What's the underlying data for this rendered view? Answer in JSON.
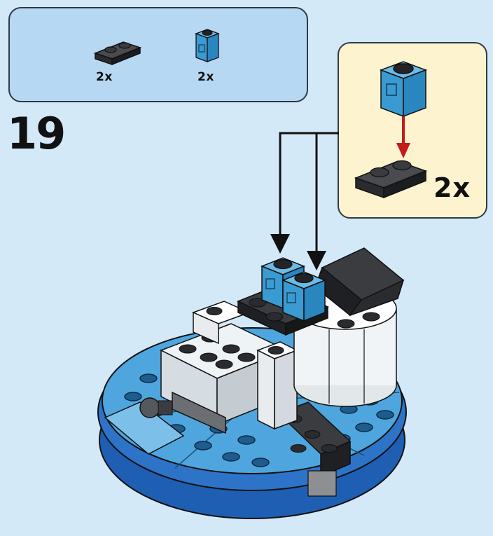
{
  "step": {
    "number": "19"
  },
  "parts_list": {
    "items": [
      {
        "name": "black-plate-1x2",
        "qty": "2x",
        "color": "#2f3033"
      },
      {
        "name": "blue-brick-1x1-side-stud",
        "qty": "2x",
        "color": "#3fa2d8"
      }
    ]
  },
  "callout": {
    "qty": "2x"
  },
  "colors": {
    "background": "#d4e9f8",
    "parts_box": "#b7d8f3",
    "callout_box": "#fdf3cf",
    "arrow": "#c41a1a",
    "blue": "#3fa2d8",
    "dark_blue": "#1e5fb4",
    "black": "#2f3033",
    "white": "#ffffff"
  }
}
